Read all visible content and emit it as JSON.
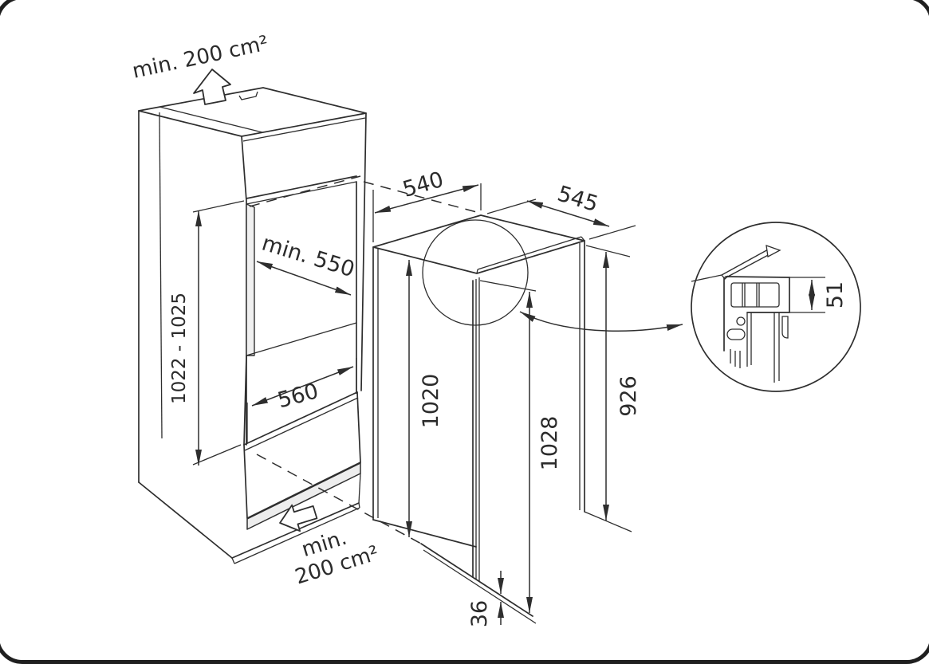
{
  "diagram": {
    "labels": {
      "vent_top": "min. 200 cm²",
      "vent_bottom_line1": "min.",
      "vent_bottom_line2": "200 cm²",
      "niche_depth": "min. 550",
      "niche_width": "560",
      "niche_height": "1022 - 1025",
      "appliance_width": "540",
      "appliance_depth": "545",
      "appliance_height": "1020",
      "door_height": "1028",
      "side_height": "926",
      "bottom_gap": "36",
      "detail_height": "51"
    },
    "colors": {
      "line": "#2e2e2e",
      "text": "#2b2b2b",
      "background": "#ffffff",
      "shade": "#ededed"
    }
  }
}
